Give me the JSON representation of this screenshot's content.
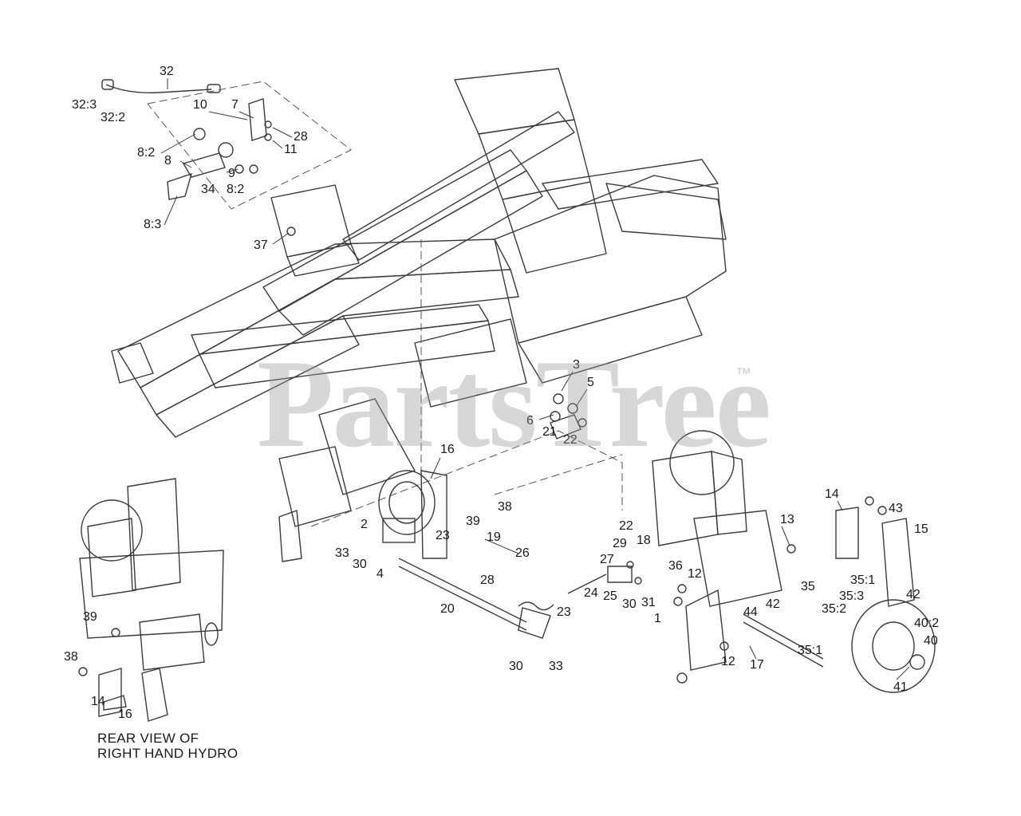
{
  "caption": {
    "line1": "REAR VIEW OF",
    "line2": "RIGHT HAND HYDRO"
  },
  "watermark": {
    "text": "PartsTree",
    "trademark": "™"
  },
  "callouts": [
    "32",
    "32:3",
    "32:2",
    "10",
    "7",
    "28",
    "11",
    "8:2",
    "8",
    "9",
    "34",
    "8:2",
    "8:3",
    "37",
    "3",
    "5",
    "6",
    "21",
    "22",
    "16",
    "38",
    "2",
    "39",
    "23",
    "19",
    "33",
    "30",
    "4",
    "26",
    "28",
    "24",
    "20",
    "23",
    "30",
    "33",
    "29",
    "27",
    "18",
    "22",
    "25",
    "30",
    "31",
    "36",
    "12",
    "1",
    "44",
    "12",
    "17",
    "13",
    "14",
    "43",
    "15",
    "35",
    "35:1",
    "35:3",
    "35:2",
    "42",
    "42",
    "40:2",
    "40",
    "41",
    "35:1",
    "39",
    "38",
    "14",
    "16"
  ],
  "colors": {
    "line": "#3a3a3a",
    "text": "#1a1a1a",
    "watermark": "#969696",
    "background": "#ffffff"
  }
}
